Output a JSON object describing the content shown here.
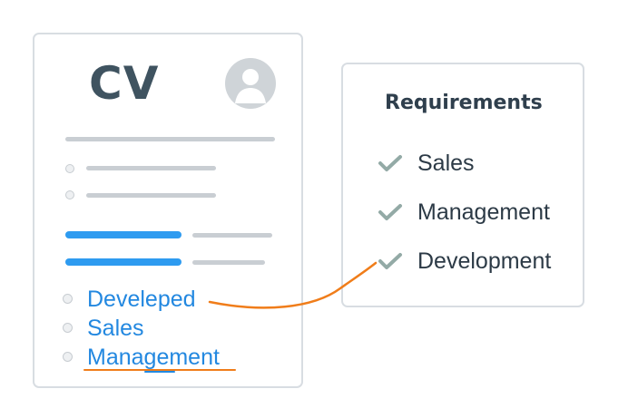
{
  "cv": {
    "title": "CV",
    "skills": [
      "Develeped",
      "Sales",
      "Management"
    ]
  },
  "requirements": {
    "title": "Requirements",
    "items": [
      "Sales",
      "Management",
      "Development"
    ]
  },
  "colors": {
    "skill_text": "#2388e0",
    "highlight_bar": "#2e9bf0",
    "connector": "#f07d1a",
    "check": "#93aaa6",
    "title_text": "#3f5360"
  },
  "icons": {
    "avatar": "avatar-icon",
    "check": "check-icon",
    "bullet": "bullet-icon"
  }
}
